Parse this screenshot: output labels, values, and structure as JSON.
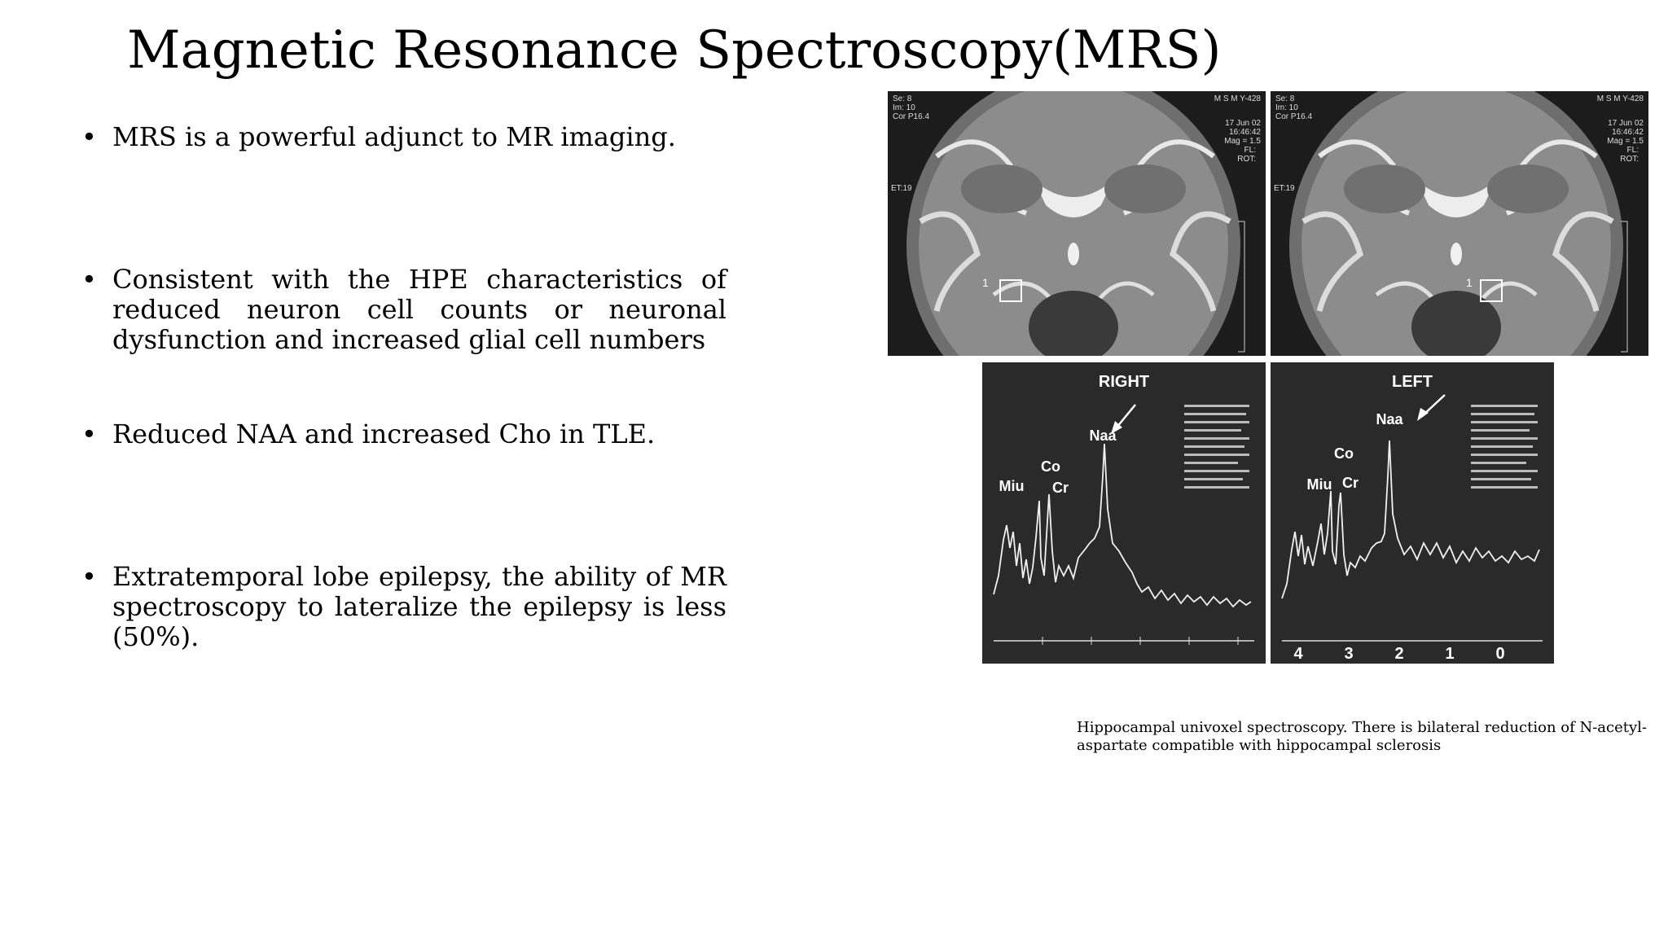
{
  "slide": {
    "title": "Magnetic Resonance Spectroscopy(MRS)",
    "bullets": [
      "MRS is a powerful adjunct to MR imaging.",
      "Consistent with the HPE characteristics of reduced neuron cell counts or neuronal dysfunction and increased glial cell numbers",
      "Reduced NAA and increased Cho in TLE.",
      "Extratemporal lobe epilepsy, the ability of MR spectroscopy to lateralize the epilepsy is less (50%)."
    ],
    "bullet_symbol": "•"
  },
  "figure": {
    "right_label": "RIGHT",
    "left_label": "LEFT",
    "peak_labels": {
      "naa": "Naa",
      "co": "Co",
      "cr": "Cr",
      "miu": "Miu"
    },
    "axis_ticks": [
      "4",
      "3",
      "2",
      "1",
      "0"
    ],
    "mri_overlay": {
      "se": "Se: 8",
      "im": "Im: 10",
      "cor": "Cor P16.4",
      "et": "ET:19",
      "header": "M S M Y-428",
      "date": "17 Jun 02",
      "time": "16:46:42",
      "mag": "Mag = 1.5",
      "fl": "FL:",
      "rot": "ROT:"
    },
    "caption": "Hippocampal univoxel spectroscopy. There is bilateral reduction of N-acetyl-aspartate compatible with hippocampal sclerosis"
  }
}
